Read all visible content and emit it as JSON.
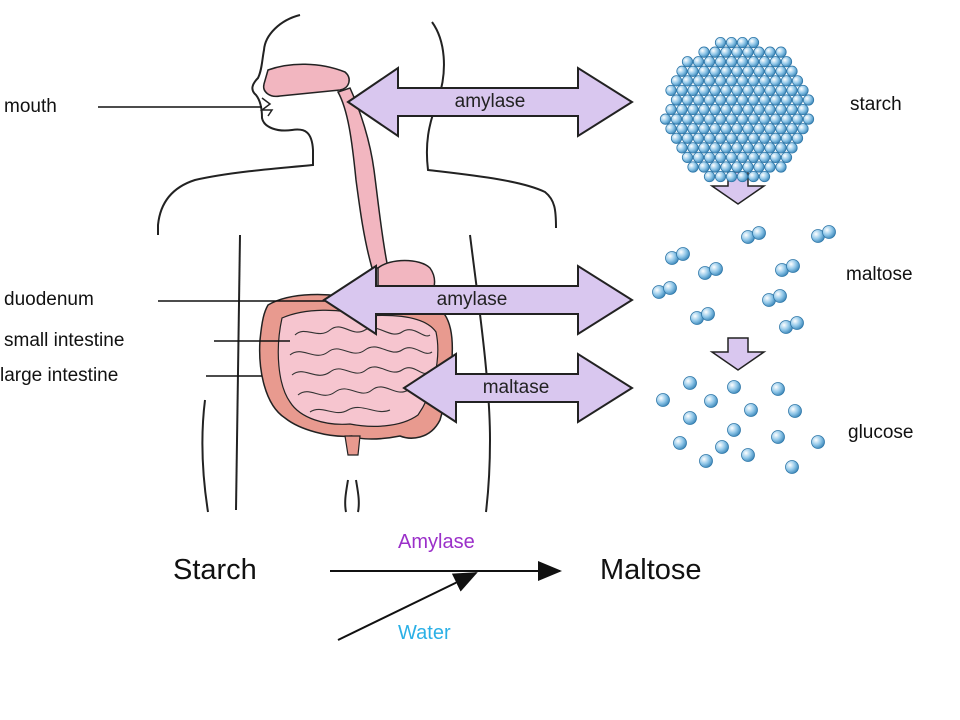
{
  "organ_labels": {
    "mouth": "mouth",
    "duodenum": "duodenum",
    "small_intestine": "small intestine",
    "large_intestine": "large intestine"
  },
  "enzyme_arrows": {
    "mouth": "amylase",
    "duodenum": "amylase",
    "small_intestine": "maltase"
  },
  "molecule_labels": {
    "starch": "starch",
    "maltose": "maltose",
    "glucose": "glucose"
  },
  "equation": {
    "reactant": "Starch",
    "product": "Maltose",
    "enzyme": "Amylase",
    "cofactor": "Water"
  },
  "colors": {
    "arrow_fill": "#d9c7ef",
    "organ_pink": "#f2b6c0",
    "large_intestine": "#e89a8f",
    "molecule": "#8fc6e8",
    "enzyme_text": "#9b30c9",
    "water_text": "#2bb0e6"
  }
}
